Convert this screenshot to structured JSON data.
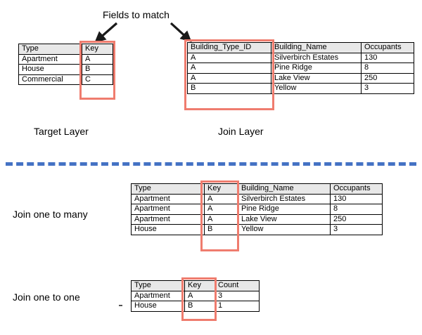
{
  "annotations": {
    "fields_to_match": "Fields to match",
    "target_layer": "Target Layer",
    "join_layer": "Join Layer",
    "join_one_to_many": "Join one to many",
    "join_one_to_one": "Join one to one"
  },
  "colors": {
    "highlight": "#ef7c6e",
    "divider": "#4472c4",
    "header_fill": "#e8e8e8",
    "border": "#000000",
    "text": "#000000"
  },
  "tables": {
    "target_layer": {
      "title": "Target Layer",
      "headers": [
        "Type",
        "Key"
      ],
      "highlight_column": "Key",
      "rows": [
        [
          "Apartment",
          "A"
        ],
        [
          "House",
          "B"
        ],
        [
          "Commercial",
          "C"
        ]
      ]
    },
    "join_layer": {
      "title": "Join Layer",
      "headers": [
        "Building_Type_ID",
        "Building_Name",
        "Occupants"
      ],
      "highlight_column": "Building_Type_ID",
      "rows": [
        [
          "A",
          "Silverbirch Estates",
          "130"
        ],
        [
          "A",
          "Pine Ridge",
          "8"
        ],
        [
          "A",
          "Lake View",
          "250"
        ],
        [
          "B",
          "Yellow",
          "3"
        ]
      ]
    },
    "one_to_many": {
      "title": "Join one to many",
      "headers": [
        "Type",
        "Key",
        "Building_Name",
        "Occupants"
      ],
      "highlight_column": "Key",
      "rows": [
        [
          "Apartment",
          "A",
          "Silverbirch Estates",
          "130"
        ],
        [
          "Apartment",
          "A",
          "Pine Ridge",
          "8"
        ],
        [
          "Apartment",
          "A",
          "Lake View",
          "250"
        ],
        [
          "House",
          "B",
          "Yellow",
          "3"
        ]
      ]
    },
    "one_to_one": {
      "title": "Join one to one",
      "headers": [
        "Type",
        "Key",
        "Count"
      ],
      "highlight_column": "Key",
      "rows": [
        [
          "Apartment",
          "A",
          "3"
        ],
        [
          "House",
          "B",
          "1"
        ]
      ]
    }
  }
}
